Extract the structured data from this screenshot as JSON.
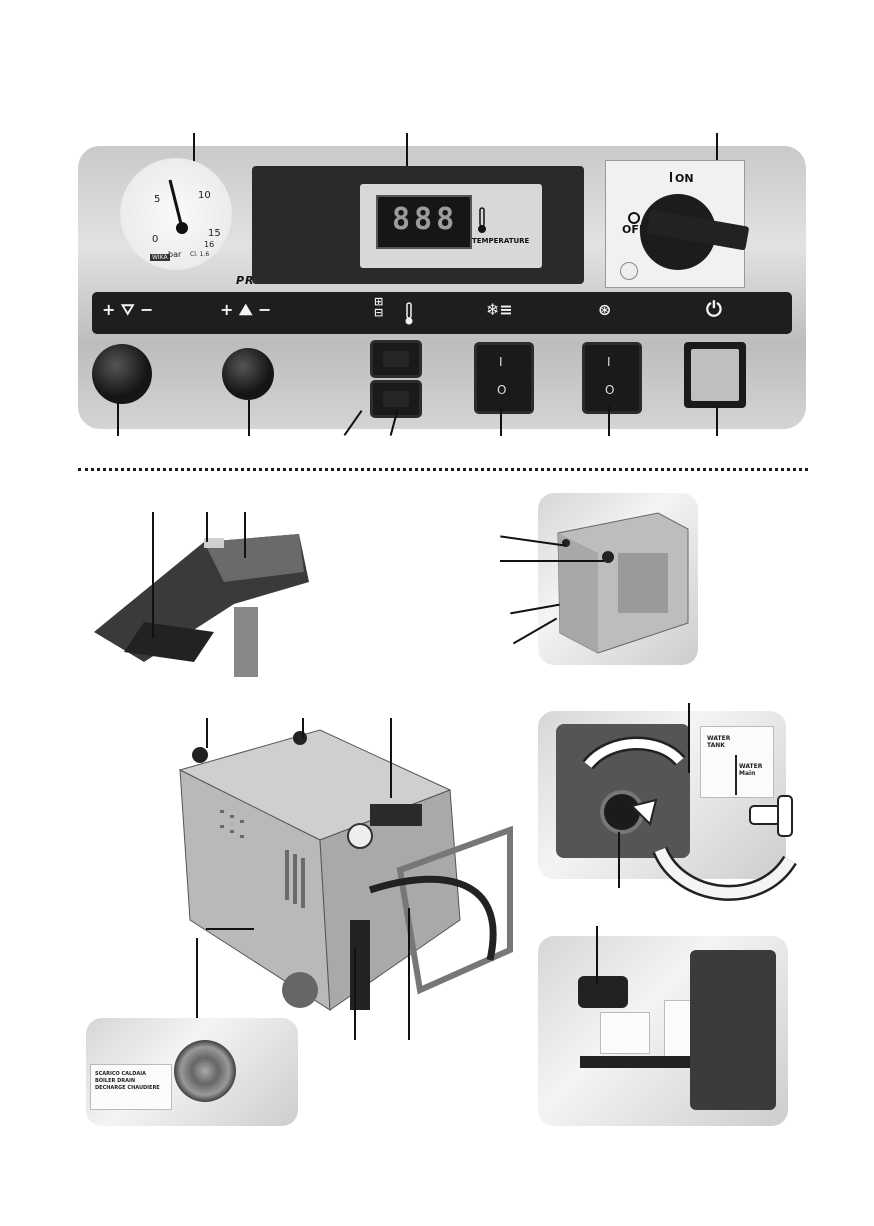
{
  "gauge": {
    "numbers": [
      "0",
      "5",
      "10",
      "15",
      "16"
    ],
    "unit": "bar",
    "class_text": "Cl. 1.6",
    "brand": "WIKA",
    "label": "PRESSURE"
  },
  "display": {
    "digits": "888",
    "label": "TEMPERATURE"
  },
  "main_switch": {
    "on_label": "ON",
    "off_label": "OFF"
  },
  "icon_bar": {
    "items": [
      {
        "icon": "steam-pressure-adjust-icon",
        "plus": "+",
        "minus": "−"
      },
      {
        "icon": "detergent-adjust-icon",
        "plus": "+",
        "minus": "−"
      },
      {
        "icon": "temperature-adjust-icon",
        "plus": "+",
        "minus": "−"
      },
      {
        "icon": "steam-icon"
      },
      {
        "icon": "pump-icon"
      },
      {
        "icon": "power-icon"
      }
    ]
  },
  "rocker_switches": {
    "on_mark": "I",
    "off_mark": "O"
  },
  "labels": {
    "water_tank": "WATER\nTANK",
    "water_main": "WATER\nMain",
    "boiler_sticker": "SCARICO CALDAIA\nBOILER DRAIN\nDECHARGE CHAUDIERE"
  }
}
